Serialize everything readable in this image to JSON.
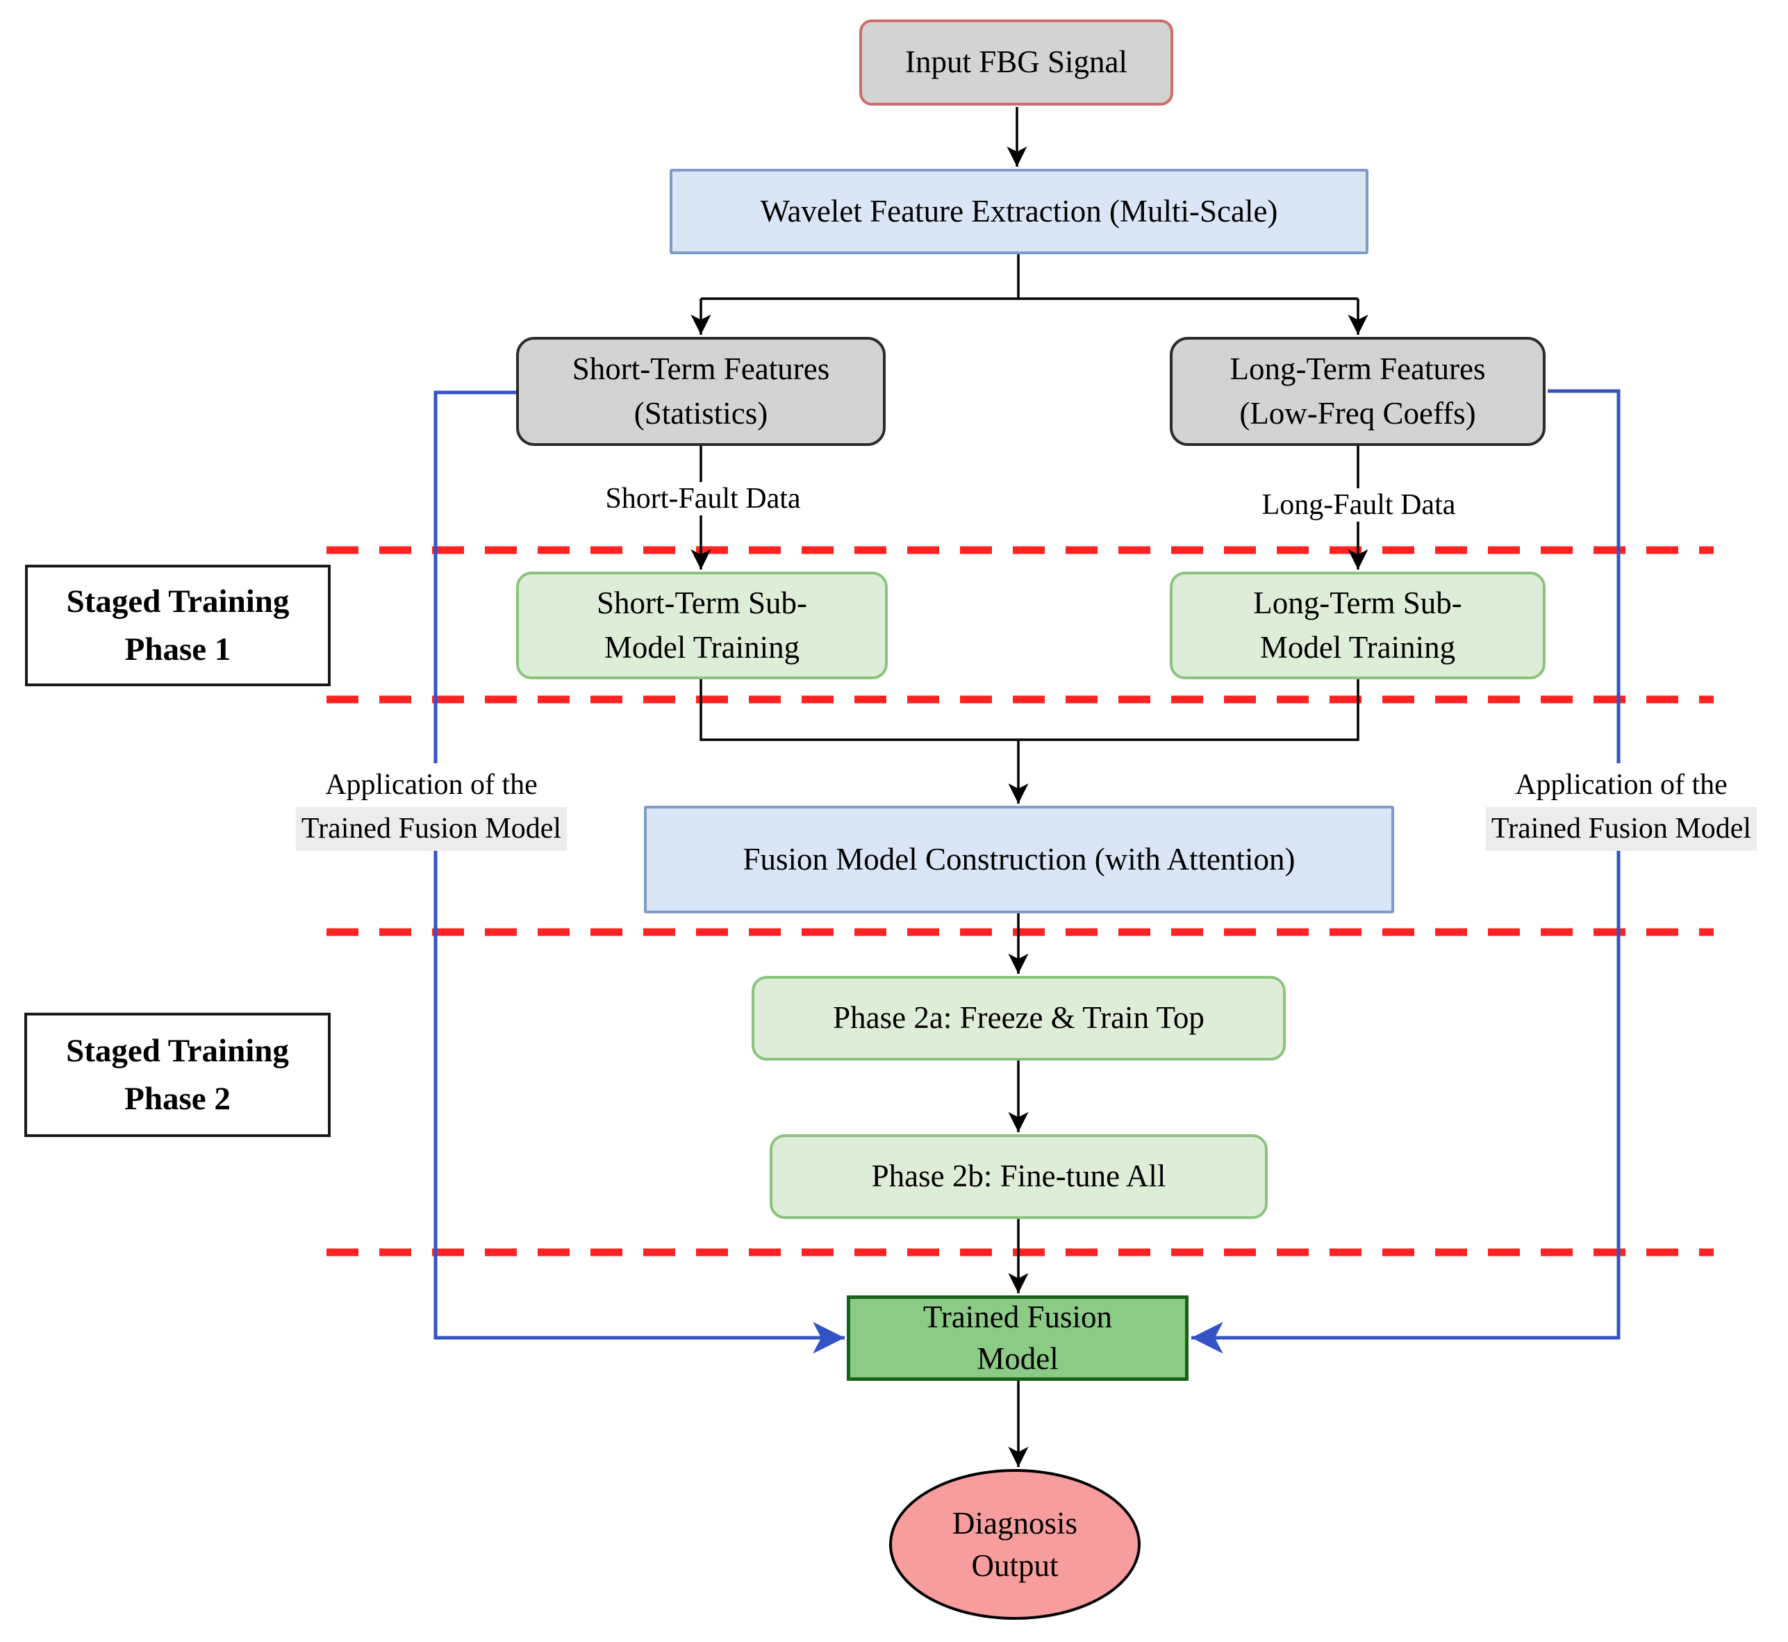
{
  "nodes": {
    "input": {
      "label": "Input FBG Signal"
    },
    "wavelet": {
      "label": "Wavelet Feature Extraction (Multi-Scale)"
    },
    "short_features": {
      "line1": "Short-Term Features",
      "line2": "(Statistics)"
    },
    "long_features": {
      "line1": "Long-Term Features",
      "line2": "(Low-Freq Coeffs)"
    },
    "short_submodel": {
      "line1": "Short-Term Sub-",
      "line2": "Model Training"
    },
    "long_submodel": {
      "line1": "Long-Term Sub-",
      "line2": "Model Training"
    },
    "fusion_construction": {
      "label": "Fusion Model Construction (with Attention)"
    },
    "phase2a": {
      "label": "Phase 2a: Freeze & Train Top"
    },
    "phase2b": {
      "label": "Phase 2b: Fine-tune All"
    },
    "trained_fusion": {
      "line1": "Trained Fusion",
      "line2": "Model"
    },
    "diagnosis": {
      "line1": "Diagnosis",
      "line2": "Output"
    }
  },
  "edge_labels": {
    "short_fault": "Short-Fault Data",
    "long_fault": "Long-Fault Data",
    "application_left": {
      "line1": "Application of the",
      "line2": "Trained Fusion Model"
    },
    "application_right": {
      "line1": "Application of the",
      "line2": "Trained Fusion Model"
    }
  },
  "phase_labels": {
    "phase1": {
      "line1": "Staged Training",
      "line2": "Phase 1"
    },
    "phase2": {
      "line1": "Staged Training",
      "line2": "Phase 2"
    }
  },
  "colors": {
    "gray_fill": "#d3d3d3",
    "gray_border": "#2b2b2b",
    "input_border": "#cc6e67",
    "blue_fill": "#dae6f5",
    "blue_border": "#7d9cc8",
    "lightgreen_fill": "#deedd8",
    "lightgreen_border": "#8bc37e",
    "green_fill": "#8ccb85",
    "green_border": "#156218",
    "pink_fill": "#f79d9d",
    "red_dash": "#ff2222",
    "blue_line": "#3352c6",
    "label_highlight": "#ececec"
  }
}
